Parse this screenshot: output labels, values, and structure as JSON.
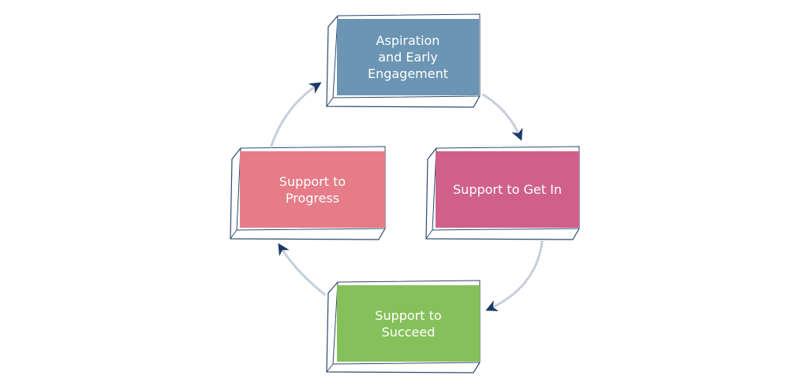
{
  "diagram": {
    "type": "cycle",
    "nodes": [
      {
        "id": "aspiration",
        "label": "Aspiration\nand Early\nEngagement",
        "color": "#6b95b2"
      },
      {
        "id": "get-in",
        "label": "Support to Get In",
        "color": "#d0608a"
      },
      {
        "id": "succeed",
        "label": "Support to\nSucceed",
        "color": "#86c05a"
      },
      {
        "id": "progress",
        "label": "Support to\nProgress",
        "color": "#e57c87"
      }
    ],
    "edges": [
      {
        "from": "aspiration",
        "to": "get-in"
      },
      {
        "from": "get-in",
        "to": "succeed"
      },
      {
        "from": "succeed",
        "to": "progress"
      },
      {
        "from": "progress",
        "to": "aspiration"
      }
    ],
    "outline_color": "#2e4a6e",
    "arrow_color": "#1c3a66"
  }
}
